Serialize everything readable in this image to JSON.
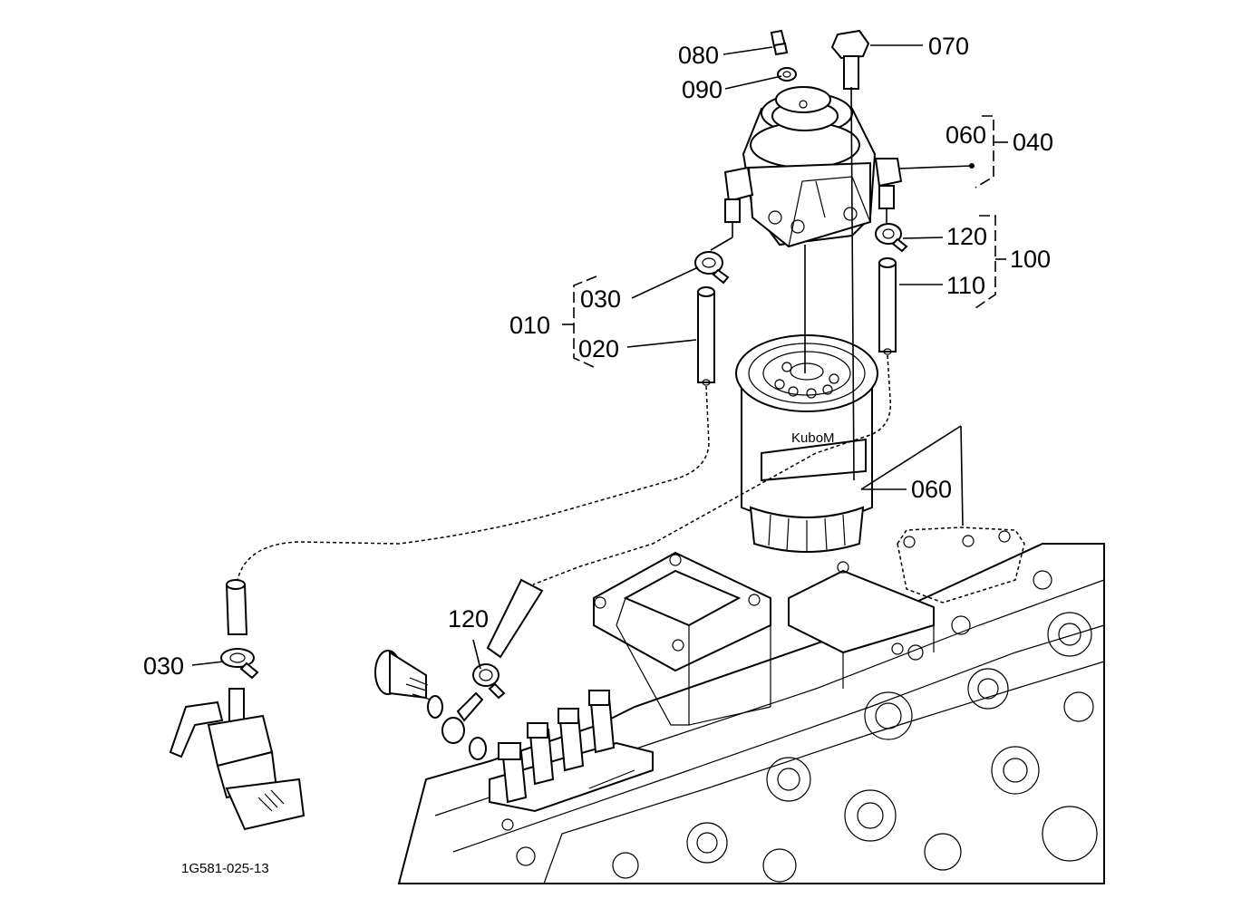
{
  "drawing_code": "1G581-025-13",
  "brand_mark": "KuboM",
  "callouts": {
    "c080": "080",
    "c090": "090",
    "c070": "070",
    "c060_top": "060",
    "c040": "040",
    "c120_right": "120",
    "c100": "100",
    "c110": "110",
    "c030_upper": "030",
    "c010": "010",
    "c020": "020",
    "c060_lower": "060",
    "c120_lower": "120",
    "c030_lower": "030"
  }
}
